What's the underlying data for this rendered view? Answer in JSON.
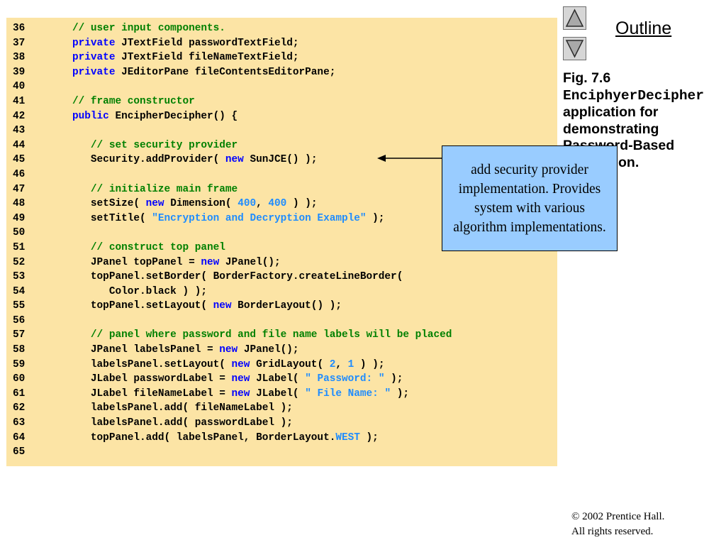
{
  "code": {
    "lines": [
      {
        "num": "36",
        "indent": 0,
        "tokens": [
          {
            "t": "// user input components.",
            "c": "cm"
          }
        ]
      },
      {
        "num": "37",
        "indent": 0,
        "tokens": [
          {
            "t": "private",
            "c": "kw"
          },
          {
            "t": " JTextField passwordTextField;",
            "c": "pl"
          }
        ]
      },
      {
        "num": "38",
        "indent": 0,
        "tokens": [
          {
            "t": "private",
            "c": "kw"
          },
          {
            "t": " JTextField fileNameTextField;",
            "c": "pl"
          }
        ]
      },
      {
        "num": "39",
        "indent": 0,
        "tokens": [
          {
            "t": "private",
            "c": "kw"
          },
          {
            "t": " JEditorPane fileContentsEditorPane;",
            "c": "pl"
          }
        ]
      },
      {
        "num": "40",
        "indent": 0,
        "tokens": []
      },
      {
        "num": "41",
        "indent": 0,
        "tokens": [
          {
            "t": "// frame constructor",
            "c": "cm"
          }
        ]
      },
      {
        "num": "42",
        "indent": 0,
        "tokens": [
          {
            "t": "public",
            "c": "kw"
          },
          {
            "t": " EncipherDecipher() {",
            "c": "pl"
          }
        ]
      },
      {
        "num": "43",
        "indent": 0,
        "tokens": []
      },
      {
        "num": "44",
        "indent": 3,
        "tokens": [
          {
            "t": "// set security provider",
            "c": "cm"
          }
        ]
      },
      {
        "num": "45",
        "indent": 3,
        "tokens": [
          {
            "t": "Security.addProvider( ",
            "c": "pl"
          },
          {
            "t": "new",
            "c": "kw"
          },
          {
            "t": " SunJCE() );",
            "c": "pl"
          }
        ]
      },
      {
        "num": "46",
        "indent": 0,
        "tokens": []
      },
      {
        "num": "47",
        "indent": 3,
        "tokens": [
          {
            "t": "// initialize main frame",
            "c": "cm"
          }
        ]
      },
      {
        "num": "48",
        "indent": 3,
        "tokens": [
          {
            "t": "setSize( ",
            "c": "pl"
          },
          {
            "t": "new",
            "c": "kw"
          },
          {
            "t": " Dimension( ",
            "c": "pl"
          },
          {
            "t": "400",
            "c": "st"
          },
          {
            "t": ", ",
            "c": "pl"
          },
          {
            "t": "400",
            "c": "st"
          },
          {
            "t": " ) );",
            "c": "pl"
          }
        ]
      },
      {
        "num": "49",
        "indent": 3,
        "tokens": [
          {
            "t": "setTitle( ",
            "c": "pl"
          },
          {
            "t": "\"Encryption and Decryption Example\"",
            "c": "st"
          },
          {
            "t": " );",
            "c": "pl"
          }
        ]
      },
      {
        "num": "50",
        "indent": 0,
        "tokens": []
      },
      {
        "num": "51",
        "indent": 3,
        "tokens": [
          {
            "t": "// construct top panel",
            "c": "cm"
          }
        ]
      },
      {
        "num": "52",
        "indent": 3,
        "tokens": [
          {
            "t": "JPanel topPanel = ",
            "c": "pl"
          },
          {
            "t": "new",
            "c": "kw"
          },
          {
            "t": " JPanel();",
            "c": "pl"
          }
        ]
      },
      {
        "num": "53",
        "indent": 3,
        "tokens": [
          {
            "t": "topPanel.setBorder( BorderFactory.createLineBorder(",
            "c": "pl"
          }
        ]
      },
      {
        "num": "54",
        "indent": 6,
        "tokens": [
          {
            "t": "Color.black ) );",
            "c": "pl"
          }
        ]
      },
      {
        "num": "55",
        "indent": 3,
        "tokens": [
          {
            "t": "topPanel.setLayout( ",
            "c": "pl"
          },
          {
            "t": "new",
            "c": "kw"
          },
          {
            "t": " BorderLayout() );",
            "c": "pl"
          }
        ]
      },
      {
        "num": "56",
        "indent": 0,
        "tokens": []
      },
      {
        "num": "57",
        "indent": 3,
        "tokens": [
          {
            "t": "// panel where password and file name labels will be placed",
            "c": "cm"
          }
        ]
      },
      {
        "num": "58",
        "indent": 3,
        "tokens": [
          {
            "t": "JPanel labelsPanel = ",
            "c": "pl"
          },
          {
            "t": "new",
            "c": "kw"
          },
          {
            "t": " JPanel();",
            "c": "pl"
          }
        ]
      },
      {
        "num": "59",
        "indent": 3,
        "tokens": [
          {
            "t": "labelsPanel.setLayout( ",
            "c": "pl"
          },
          {
            "t": "new",
            "c": "kw"
          },
          {
            "t": " GridLayout( ",
            "c": "pl"
          },
          {
            "t": "2",
            "c": "st"
          },
          {
            "t": ", ",
            "c": "pl"
          },
          {
            "t": "1",
            "c": "st"
          },
          {
            "t": " ) );",
            "c": "pl"
          }
        ]
      },
      {
        "num": "60",
        "indent": 3,
        "tokens": [
          {
            "t": "JLabel passwordLabel = ",
            "c": "pl"
          },
          {
            "t": "new",
            "c": "kw"
          },
          {
            "t": " JLabel( ",
            "c": "pl"
          },
          {
            "t": "\" Password: \"",
            "c": "st"
          },
          {
            "t": " );",
            "c": "pl"
          }
        ]
      },
      {
        "num": "61",
        "indent": 3,
        "tokens": [
          {
            "t": "JLabel fileNameLabel = ",
            "c": "pl"
          },
          {
            "t": "new",
            "c": "kw"
          },
          {
            "t": " JLabel( ",
            "c": "pl"
          },
          {
            "t": "\" File Name: \"",
            "c": "st"
          },
          {
            "t": " );",
            "c": "pl"
          }
        ]
      },
      {
        "num": "62",
        "indent": 3,
        "tokens": [
          {
            "t": "labelsPanel.add( fileNameLabel );",
            "c": "pl"
          }
        ]
      },
      {
        "num": "63",
        "indent": 3,
        "tokens": [
          {
            "t": "labelsPanel.add( passwordLabel );",
            "c": "pl"
          }
        ]
      },
      {
        "num": "64",
        "indent": 3,
        "tokens": [
          {
            "t": "topPanel.add( labelsPanel, BorderLayout.",
            "c": "pl"
          },
          {
            "t": "WEST",
            "c": "st"
          },
          {
            "t": " );",
            "c": "pl"
          }
        ]
      },
      {
        "num": "65",
        "indent": 0,
        "tokens": []
      }
    ]
  },
  "nav": {
    "up_icon": "triangle-up-icon",
    "down_icon": "triangle-down-icon",
    "outline_label": "Outline"
  },
  "caption": {
    "fig": "Fig. 7.6",
    "class_name": "EnciphyerDecipher",
    "line2": " application for",
    "line3": "demonstrating",
    "line4": "Password-Based",
    "line5": "Encryption."
  },
  "callout": {
    "text": "add security provider implementation. Provides system with various algorithm implementations."
  },
  "footer": {
    "copyright_symbol": "©",
    "line1": " 2002 Prentice Hall.",
    "line2": "All rights reserved."
  },
  "colors": {
    "code_background": "#fce4a5",
    "comment": "#008000",
    "keyword": "#0000ff",
    "literal": "#1e8cff",
    "callout_background": "#99ccff"
  }
}
